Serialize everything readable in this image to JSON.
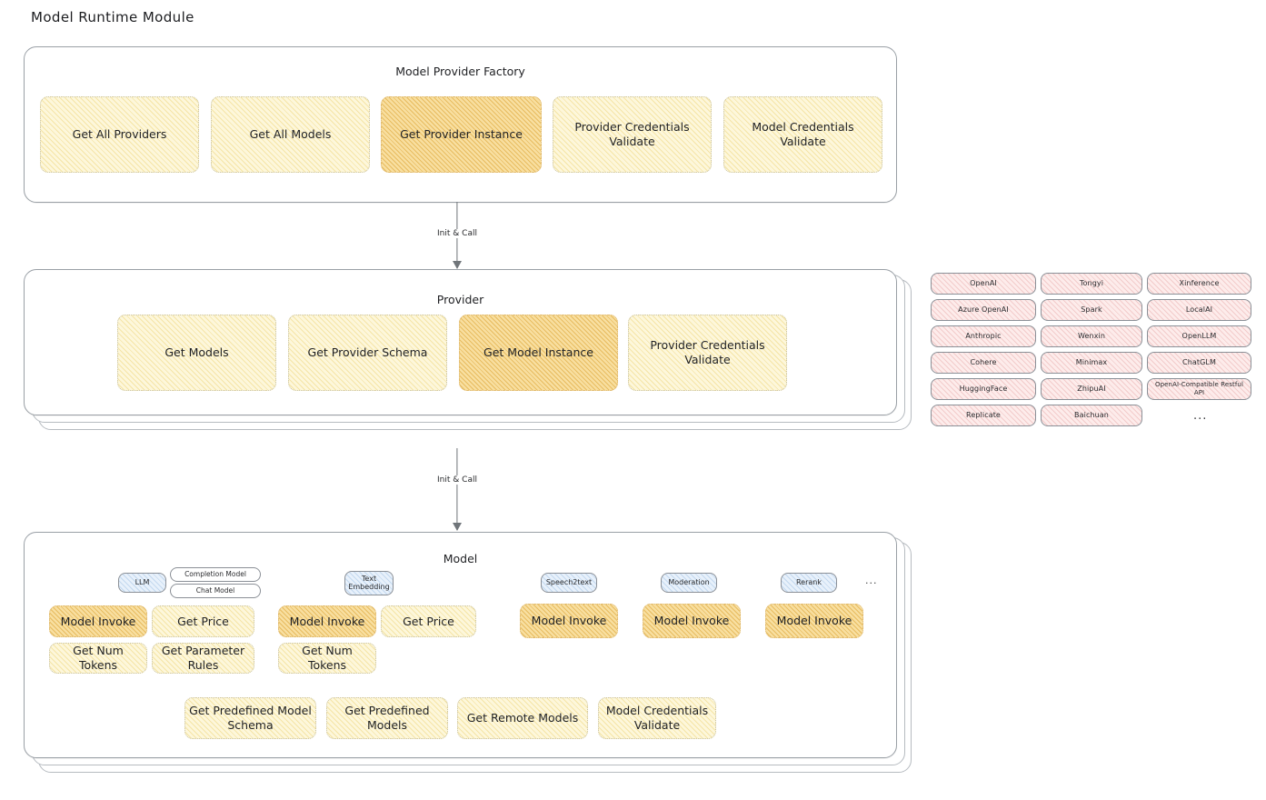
{
  "page": {
    "title": "Model Runtime Module"
  },
  "factory": {
    "title": "Model Provider Factory",
    "boxes": [
      {
        "label": "Get All Providers",
        "highlight": false
      },
      {
        "label": "Get All Models",
        "highlight": false
      },
      {
        "label": "Get Provider Instance",
        "highlight": true
      },
      {
        "label": "Provider Credentials Validate",
        "highlight": false
      },
      {
        "label": "Model Credentials Validate",
        "highlight": false
      }
    ]
  },
  "arrows": [
    {
      "label": "Init & Call"
    },
    {
      "label": "Init & Call"
    }
  ],
  "provider": {
    "title": "Provider",
    "boxes": [
      {
        "label": "Get Models",
        "highlight": false
      },
      {
        "label": "Get Provider Schema",
        "highlight": false
      },
      {
        "label": "Get Model Instance",
        "highlight": true
      },
      {
        "label": "Provider Credentials Validate",
        "highlight": false
      }
    ]
  },
  "provider_list": {
    "column1": [
      "OpenAI",
      "Azure OpenAI",
      "Anthropic",
      "Cohere",
      "HuggingFace",
      "Replicate"
    ],
    "column2": [
      "Tongyi",
      "Spark",
      "Wenxin",
      "Minimax",
      "ZhipuAI",
      "Baichuan"
    ],
    "column3": [
      "Xinference",
      "LocalAI",
      "OpenLLM",
      "ChatGLM",
      "OpenAI-Compatible Restful API"
    ],
    "more": "..."
  },
  "model": {
    "title": "Model",
    "more": "...",
    "types": [
      {
        "name": "LLM",
        "sub_chips": [
          "Completion Model",
          "Chat Model"
        ],
        "boxes": [
          {
            "label": "Model Invoke",
            "highlight": true
          },
          {
            "label": "Get Price",
            "highlight": false
          },
          {
            "label": "Get Num Tokens",
            "highlight": false
          },
          {
            "label": "Get Parameter Rules",
            "highlight": false
          }
        ]
      },
      {
        "name": "Text Embedding",
        "sub_chips": [],
        "boxes": [
          {
            "label": "Model Invoke",
            "highlight": true
          },
          {
            "label": "Get Price",
            "highlight": false
          },
          {
            "label": "Get Num Tokens",
            "highlight": false
          }
        ]
      },
      {
        "name": "Speech2text",
        "sub_chips": [],
        "boxes": [
          {
            "label": "Model Invoke",
            "highlight": true
          }
        ]
      },
      {
        "name": "Moderation",
        "sub_chips": [],
        "boxes": [
          {
            "label": "Model Invoke",
            "highlight": true
          }
        ]
      },
      {
        "name": "Rerank",
        "sub_chips": [],
        "boxes": [
          {
            "label": "Model Invoke",
            "highlight": true
          }
        ]
      }
    ],
    "common_boxes": [
      {
        "label": "Get Predefined Model Schema"
      },
      {
        "label": "Get Predefined Models"
      },
      {
        "label": "Get Remote Models"
      },
      {
        "label": "Model Credentials Validate"
      }
    ]
  },
  "colors": {
    "yellow_light": "#fdf7db",
    "yellow_dark": "#f8dfa0",
    "pink": "#fdeceb",
    "blue": "#e8f1fb",
    "border_gray": "#9aa0a6"
  }
}
